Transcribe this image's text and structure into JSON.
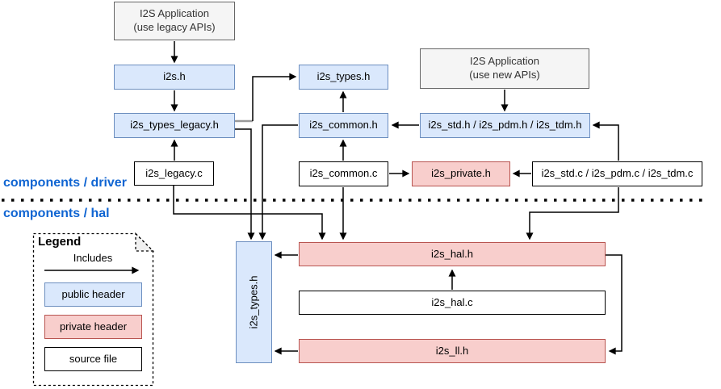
{
  "sections": {
    "driver": {
      "label": "components / driver"
    },
    "hal": {
      "label": "components / hal"
    }
  },
  "nodes": {
    "app_legacy": {
      "label": "I2S Application\n(use legacy APIs)",
      "type": "application"
    },
    "app_new": {
      "label": "I2S Application\n(use new APIs)",
      "type": "application"
    },
    "i2s_h": {
      "label": "i2s.h",
      "type": "public header"
    },
    "i2s_types_h_driver": {
      "label": "i2s_types.h",
      "type": "public header"
    },
    "i2s_types_legacy_h": {
      "label": "i2s_types_legacy.h",
      "type": "public header"
    },
    "i2s_common_h": {
      "label": "i2s_common.h",
      "type": "public header"
    },
    "i2s_std_pdm_tdm_h": {
      "label": "i2s_std.h / i2s_pdm.h / i2s_tdm.h",
      "type": "public header"
    },
    "i2s_legacy_c": {
      "label": "i2s_legacy.c",
      "type": "source file"
    },
    "i2s_common_c": {
      "label": "i2s_common.c",
      "type": "source file"
    },
    "i2s_private_h": {
      "label": "i2s_private.h",
      "type": "private header"
    },
    "i2s_std_pdm_tdm_c": {
      "label": "i2s_std.c / i2s_pdm.c / i2s_tdm.c",
      "type": "source file"
    },
    "i2s_types_h_hal": {
      "label": "i2s_types.h",
      "type": "public header"
    },
    "i2s_hal_h": {
      "label": "i2s_hal.h",
      "type": "private header"
    },
    "i2s_hal_c": {
      "label": "i2s_hal.c",
      "type": "source file"
    },
    "i2s_ll_h": {
      "label": "i2s_ll.h",
      "type": "private header"
    }
  },
  "edges": [
    {
      "from": "app_legacy",
      "to": "i2s_h"
    },
    {
      "from": "i2s_h",
      "to": "i2s_types_legacy_h"
    },
    {
      "from": "i2s_legacy_c",
      "to": "i2s_types_legacy_h"
    },
    {
      "from": "i2s_types_legacy_h",
      "to": "i2s_types_h_driver"
    },
    {
      "from": "i2s_types_legacy_h",
      "to": "i2s_types_h_hal"
    },
    {
      "from": "i2s_common_h",
      "to": "i2s_types_h_driver"
    },
    {
      "from": "i2s_common_h",
      "to": "i2s_types_h_hal"
    },
    {
      "from": "i2s_common_c",
      "to": "i2s_common_h"
    },
    {
      "from": "i2s_std_pdm_tdm_h",
      "to": "i2s_common_h"
    },
    {
      "from": "app_new",
      "to": "i2s_std_pdm_tdm_h"
    },
    {
      "from": "i2s_std_pdm_tdm_c",
      "to": "i2s_std_pdm_tdm_h"
    },
    {
      "from": "i2s_common_c",
      "to": "i2s_private_h"
    },
    {
      "from": "i2s_std_pdm_tdm_c",
      "to": "i2s_private_h"
    },
    {
      "from": "i2s_legacy_c",
      "to": "i2s_hal_h"
    },
    {
      "from": "i2s_common_c",
      "to": "i2s_hal_h"
    },
    {
      "from": "i2s_std_pdm_tdm_c",
      "to": "i2s_hal_h"
    },
    {
      "from": "i2s_hal_c",
      "to": "i2s_hal_h"
    },
    {
      "from": "i2s_hal_h",
      "to": "i2s_types_h_hal"
    },
    {
      "from": "i2s_ll_h",
      "to": "i2s_types_h_hal"
    },
    {
      "from": "i2s_hal_h",
      "to": "i2s_ll_h"
    }
  ],
  "legend": {
    "title": "Legend",
    "arrow_label": "Includes",
    "items": [
      {
        "label": "public header",
        "fill": "#dae8fc",
        "border": "#6c8ebf"
      },
      {
        "label": "private header",
        "fill": "#f8cecc",
        "border": "#b85450"
      },
      {
        "label": "source file",
        "fill": "#ffffff",
        "border": "#000000"
      }
    ]
  },
  "colors": {
    "section_label_text": "#1065d2",
    "public_header_fill": "#dae8fc",
    "public_header_border": "#6c8ebf",
    "private_header_fill": "#f8cecc",
    "private_header_border": "#b85450",
    "application_fill": "#f5f5f5",
    "application_border": "#666666",
    "source_file_fill": "#ffffff",
    "source_file_border": "#000000",
    "edge": "#000000",
    "crossing_stub": "#999999"
  }
}
